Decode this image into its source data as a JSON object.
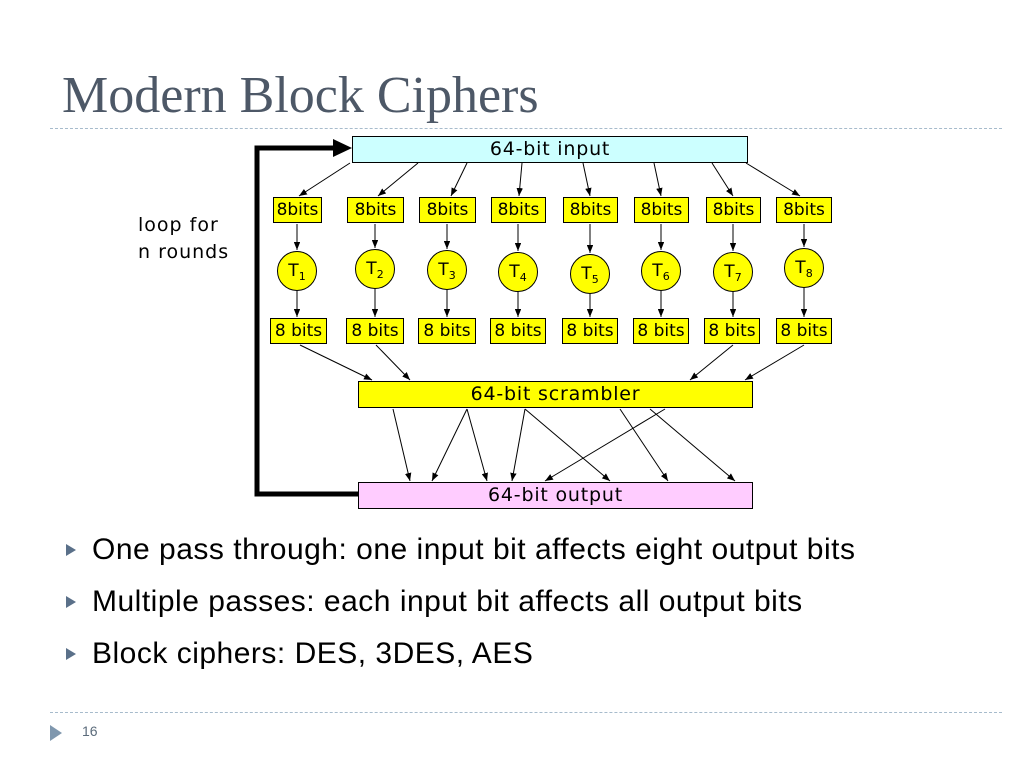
{
  "slide": {
    "title": "Modern Block Ciphers",
    "page_number": "16"
  },
  "diagram": {
    "input_label": "64-bit input",
    "loop_label": [
      "loop for",
      "n rounds"
    ],
    "input_chunks": [
      "8bits",
      "8bits",
      "8bits",
      "8bits",
      "8bits",
      "8bits",
      "8bits",
      "8bits"
    ],
    "transforms": [
      {
        "letter": "T",
        "sub": "1"
      },
      {
        "letter": "T",
        "sub": "2"
      },
      {
        "letter": "T",
        "sub": "3"
      },
      {
        "letter": "T",
        "sub": "4"
      },
      {
        "letter": "T",
        "sub": "5"
      },
      {
        "letter": "T",
        "sub": "6"
      },
      {
        "letter": "T",
        "sub": "7"
      },
      {
        "letter": "T",
        "sub": "8"
      }
    ],
    "output_chunks": [
      "8 bits",
      "8 bits",
      "8 bits",
      "8 bits",
      "8 bits",
      "8 bits",
      "8 bits",
      "8 bits"
    ],
    "scrambler_label": "64-bit scrambler",
    "output_label": "64-bit output"
  },
  "bullets": [
    "One pass through: one input bit affects eight output bits",
    "Multiple passes: each input bit affects all output bits",
    "Block ciphers: DES, 3DES, AES"
  ],
  "icons": {
    "bullet": "triangle-right-icon",
    "footer_marker": "triangle-right-icon"
  },
  "colors": {
    "title": "#4d5867",
    "rule": "#a7bbcc",
    "bullet": "#5a7089",
    "footer_marker": "#7f97ae",
    "page_number": "#5b6b7b",
    "input_fill": "#ccffff",
    "chunk_fill": "#ffff00",
    "output_fill": "#ffccff",
    "loop_arrow": "#000000"
  }
}
